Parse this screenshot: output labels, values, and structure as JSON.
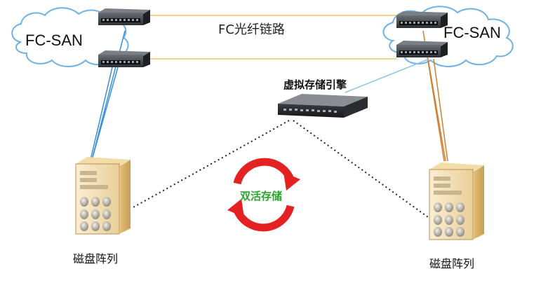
{
  "labels": {
    "left_cloud": "FC-SAN",
    "right_cloud": "FC-SAN",
    "fc_link": "FC光纤链路",
    "engine": "虚拟存储引擎",
    "active_active": "双活存储",
    "left_array": "磁盘阵列",
    "right_array": "磁盘阵列"
  },
  "colors": {
    "fc_link_line": "#f0c060",
    "left_san_links": "#3a8fd8",
    "right_san_links": "#d08030",
    "engine_link": "#8ec4e8",
    "cycle_arrow": "#e52222",
    "center_text": "#2aa52a",
    "dotted_line": "#222222"
  },
  "icons": [
    "cloud-icon",
    "fc-switch-icon",
    "storage-engine-icon",
    "disk-array-icon",
    "sync-cycle-icon"
  ]
}
